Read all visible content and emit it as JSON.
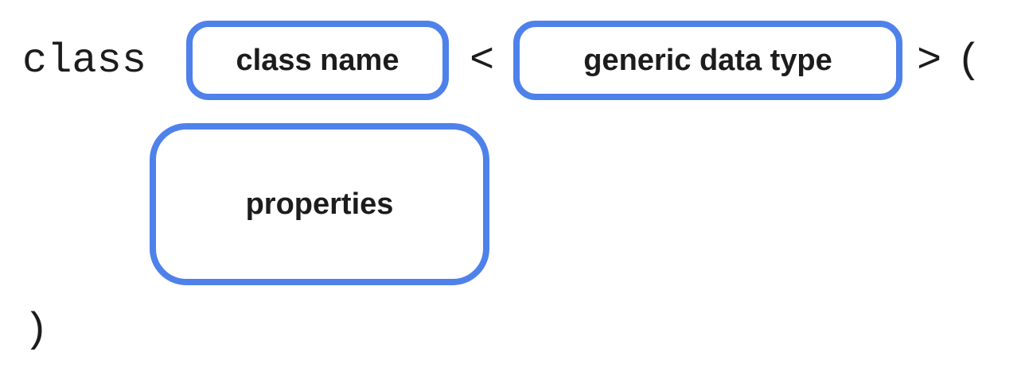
{
  "diagram": {
    "keyword": "class",
    "less_than": "<",
    "greater_than": ">",
    "open_paren": "(",
    "close_paren": ")",
    "boxes": {
      "class_name": "class name",
      "generic_data_type": "generic data type",
      "properties": "properties"
    },
    "colors": {
      "box_border": "#4E81EA",
      "text": "#1C1C1C",
      "background": "#FFFFFF"
    }
  }
}
